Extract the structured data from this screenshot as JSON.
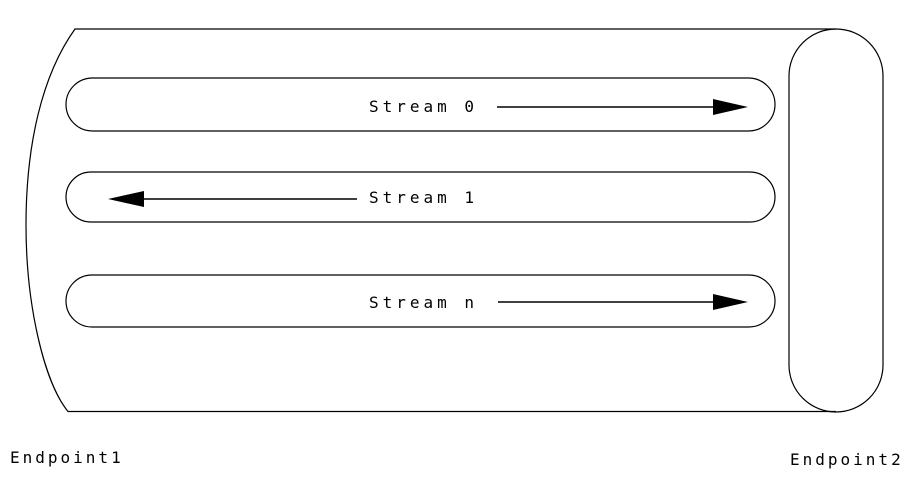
{
  "diagram": {
    "endpoints": {
      "left_label": "Endpoint1",
      "right_label": "Endpoint2"
    },
    "streams": [
      {
        "label": "Stream 0",
        "direction": "right"
      },
      {
        "label": "Stream 1",
        "direction": "left"
      },
      {
        "label": "Stream n",
        "direction": "right"
      }
    ],
    "colors": {
      "stroke": "#000000",
      "background": "#ffffff"
    }
  }
}
